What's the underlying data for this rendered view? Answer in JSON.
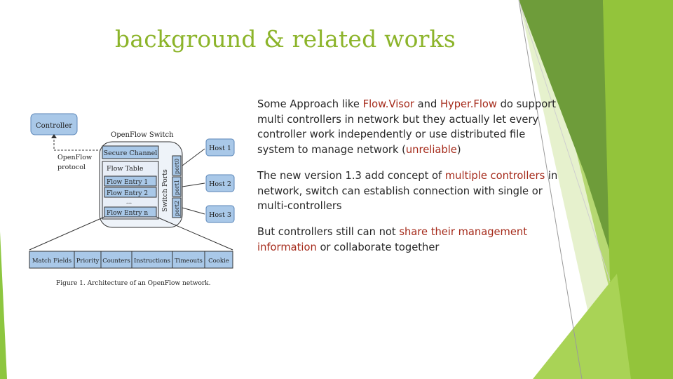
{
  "slide": {
    "title": "background & related works",
    "paragraphs": [
      [
        {
          "text": "Some Approach like ",
          "hl": false
        },
        {
          "text": "Flow.Visor",
          "hl": true
        },
        {
          "text": " and ",
          "hl": false
        },
        {
          "text": "Hyper.Flow",
          "hl": true
        },
        {
          "text": " do support multi controllers in network but they actually let every controller work independently or use distributed file system to manage network (",
          "hl": false
        },
        {
          "text": "unreliable",
          "hl": true
        },
        {
          "text": ")",
          "hl": false
        }
      ],
      [
        {
          "text": "The new version 1.3 add concept of ",
          "hl": false
        },
        {
          "text": "multiple controllers",
          "hl": true
        },
        {
          "text": " in network, switch can establish connection with single or multi-controllers",
          "hl": false
        }
      ],
      [
        {
          "text": "But controllers still can not ",
          "hl": false
        },
        {
          "text": "share their management information",
          "hl": true
        },
        {
          "text": " or collaborate together",
          "hl": false
        }
      ]
    ]
  },
  "figure": {
    "controller": "Controller",
    "openflow_switch": "OpenFlow Switch",
    "protocol_line1": "OpenFlow",
    "protocol_line2": "protocol",
    "secure_channel": "Secure Channel",
    "flow_table": "Flow Table",
    "flow_entries": [
      "Flow Entry 1",
      "Flow Entry 2",
      "...",
      "Flow Entry n"
    ],
    "switch_ports": "Switch Ports",
    "ports": [
      "port0",
      "port1",
      "port2"
    ],
    "hosts": [
      "Host 1",
      "Host 2",
      "Host 3"
    ],
    "fields": [
      "Match Fields",
      "Priority",
      "Counters",
      "Instructions",
      "Timeouts",
      "Cookie"
    ],
    "caption": "Figure 1.   Architecture of an OpenFlow network."
  },
  "colors": {
    "title": "#8cb42a",
    "highlight": "#a52a1a",
    "box_blue": "#a9c8e8",
    "green_dark": "#6b9a2f",
    "green_light": "#9bc93a"
  }
}
